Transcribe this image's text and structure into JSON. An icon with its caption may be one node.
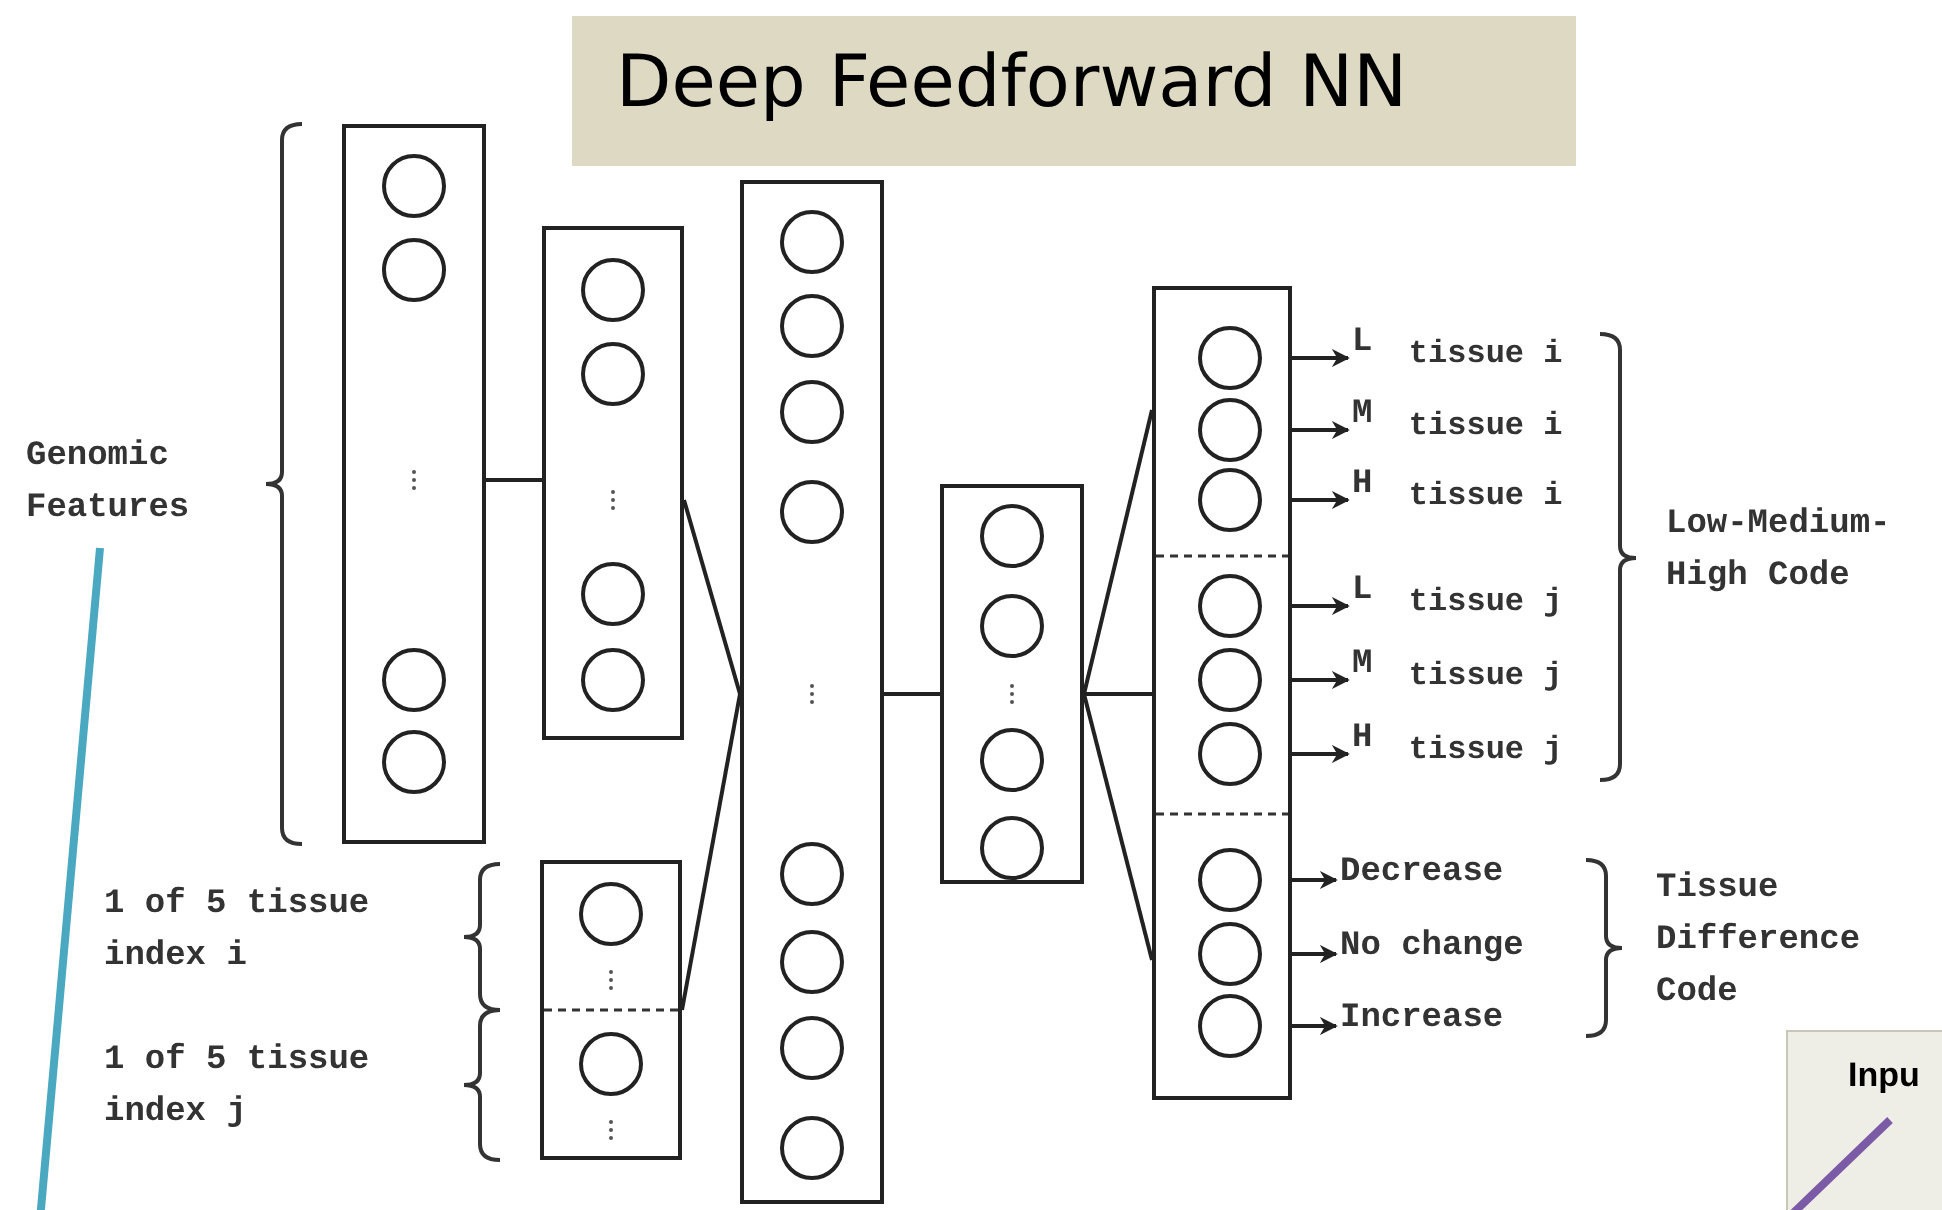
{
  "diagram": {
    "nodes": [
      {
        "text": [
          "Deep Feedforward NN"
        ]
      },
      {
        "text": [
          "Genomic Features"
        ]
      },
      {
        "text": [
          "1 of 5 tissue index i"
        ]
      },
      {
        "text": [
          "1 of 5 tissue index j"
        ]
      },
      {
        "text": [],
        "shape": "box"
      },
      {
        "text": [],
        "shape": "box"
      },
      {
        "text": [],
        "shape": "box"
      },
      {
        "text": [],
        "shape": "box"
      },
      {
        "text": [],
        "shape": "box"
      },
      {
        "text": [],
        "shape": "box"
      },
      {
        "text": [],
        "shape": "circle",
        "in": 9
      },
      {
        "text": [],
        "shape": "circle",
        "in": 9
      },
      {
        "text": [],
        "shape": "circle",
        "in": 9
      },
      {
        "text": [],
        "shape": "circle",
        "in": 9
      },
      {
        "text": [],
        "shape": "circle",
        "in": 9
      },
      {
        "text": [],
        "shape": "circle",
        "in": 9
      },
      {
        "text": [],
        "shape": "circle",
        "in": 9
      },
      {
        "text": [],
        "shape": "circle",
        "in": 9
      },
      {
        "text": [],
        "shape": "circle",
        "in": 9
      },
      {
        "text": [
          "L $_{tissue i}$"
        ]
      },
      {
        "text": [
          "M $_{tissue i}$"
        ]
      },
      {
        "text": [
          "H $_{tissue i}$"
        ]
      },
      {
        "text": [
          "L $_{tissue j}$"
        ]
      },
      {
        "text": [
          "M $_{tissue j}$"
        ]
      },
      {
        "text": [
          "H $_{tissue j}$"
        ]
      },
      {
        "text": [
          "Decrease"
        ]
      },
      {
        "text": [
          "No change"
        ]
      },
      {
        "text": [
          "Increase"
        ]
      },
      {
        "text": [
          "Low-Medium-High Code"
        ]
      },
      {
        "text": [
          "Tissue Difference Code"
        ]
      },
      {
        "text": [
          "Inpu"
        ]
      }
    ],
    "edges": [
      {
        "from": 4,
        "to": 5,
        "arrow": "none"
      },
      {
        "from": 5,
        "to": 7,
        "arrow": "none"
      },
      {
        "from": 6,
        "to": 7,
        "arrow": "none"
      },
      {
        "from": 7,
        "to": 8,
        "arrow": "none"
      },
      {
        "from": 8,
        "to": 9,
        "arrow": "none"
      },
      {
        "from": 8,
        "to": 9,
        "arrow": "none"
      },
      {
        "from": 8,
        "to": 9,
        "arrow": "none"
      },
      {
        "from": 10,
        "to": 19,
        "arrow": "to"
      },
      {
        "from": 11,
        "to": 20,
        "arrow": "to"
      },
      {
        "from": 12,
        "to": 21,
        "arrow": "to"
      },
      {
        "from": 13,
        "to": 22,
        "arrow": "to"
      },
      {
        "from": 14,
        "to": 23,
        "arrow": "to"
      },
      {
        "from": 15,
        "to": 24,
        "arrow": "to"
      },
      {
        "from": 16,
        "to": 25,
        "arrow": "to"
      },
      {
        "from": 17,
        "to": 26,
        "arrow": "to"
      },
      {
        "from": 18,
        "to": 27,
        "arrow": "to"
      },
      {
        "from": 1,
        "to": null,
        "arrow": "none",
        "color": "#4aa8c0",
        "style": "thick"
      },
      {
        "from": 30,
        "to": null,
        "arrow": "none",
        "color": "#7b5aa6",
        "style": "thick"
      }
    ]
  }
}
